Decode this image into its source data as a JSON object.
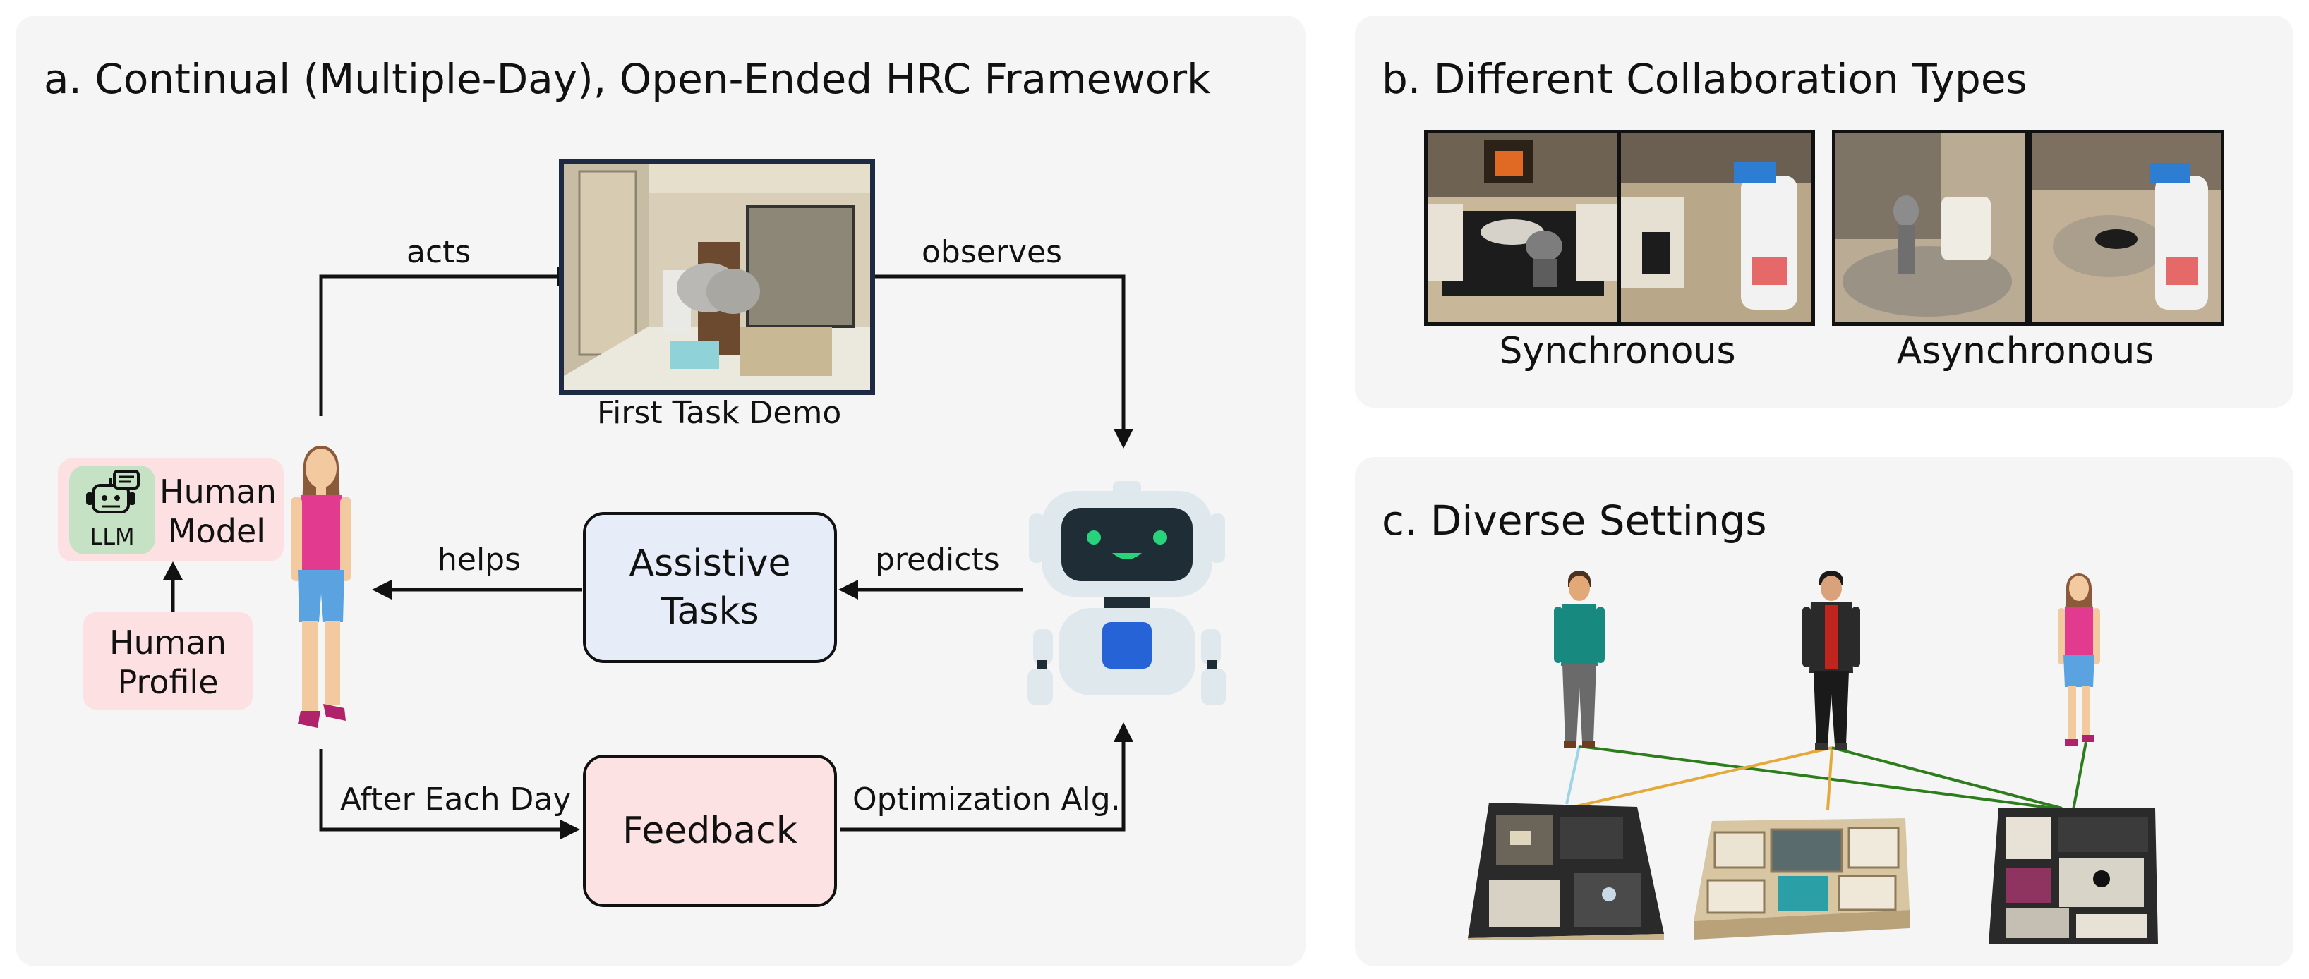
{
  "panel_a": {
    "title": "a. Continual (Multiple-Day), Open-Ended HRC Framework",
    "demo_caption": "First Task Demo",
    "edge_acts": "acts",
    "edge_observes": "observes",
    "edge_helps": "helps",
    "edge_predicts": "predicts",
    "edge_after_day": "After Each Day",
    "edge_optimization": "Optimization Alg.",
    "assistive_tasks_line1": "Assistive",
    "assistive_tasks_line2": "Tasks",
    "feedback": "Feedback",
    "human_model_line1": "Human",
    "human_model_line2": "Model",
    "llm": "LLM",
    "human_profile_line1": "Human",
    "human_profile_line2": "Profile"
  },
  "panel_b": {
    "title": "b. Different Collaboration Types",
    "synchronous": "Synchronous",
    "asynchronous": "Asynchronous"
  },
  "panel_c": {
    "title": "c. Diverse Settings"
  },
  "colors": {
    "assistive_fill": "#e6edf8",
    "feedback_fill": "#fde2e4",
    "profile_fill": "#fde0e2",
    "robot_body": "#dfe8ec",
    "robot_screen": "#1f2e36",
    "robot_eye": "#29d37b",
    "robot_chest": "#2563d6"
  }
}
